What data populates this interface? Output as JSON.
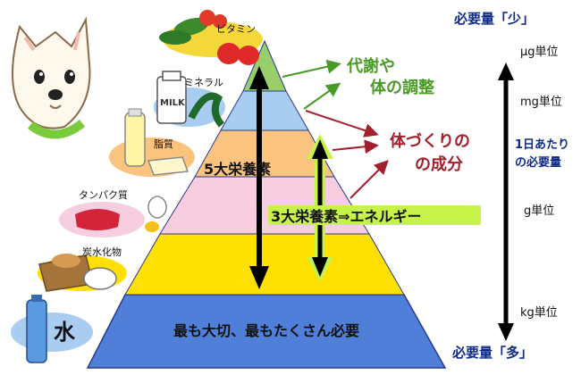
{
  "colors": {
    "water": "#4f7fd8",
    "carbohydrate": "#ffe000",
    "protein": "#f7cde0",
    "fat": "#fbc47e",
    "mineral": "#a9cdf0",
    "vitamin": "#98cf6a",
    "green_text": "#4a9a28",
    "red_text": "#a31f2c",
    "navy_text": "#0d2a8a",
    "highlight": "#c7f24a"
  },
  "labels": {
    "vitamin": "ビタミン",
    "mineral": "ミネラル",
    "milk": "MILK",
    "fat": "脂質",
    "protein": "タンパク質",
    "carbohydrate": "炭水化物",
    "water": "水"
  },
  "pyramid": {
    "five_nutrients": "5大栄養素",
    "three_nutrients": "3大栄養素⇒エネルギー",
    "base_text": "最も大切、最もたくさん必要"
  },
  "roles": {
    "metabolism_line1": "代謝や",
    "metabolism_line2": "体の調整",
    "body_building_line1": "体づくりの",
    "body_building_line2": "の成分"
  },
  "scale": {
    "top_label": "必要量「少」",
    "bottom_label": "必要量「多」",
    "units": [
      "μg単位",
      "mg単位",
      "g単位",
      "kg単位"
    ],
    "daily_line1": "1日あたり",
    "daily_line2": "の必要量"
  }
}
